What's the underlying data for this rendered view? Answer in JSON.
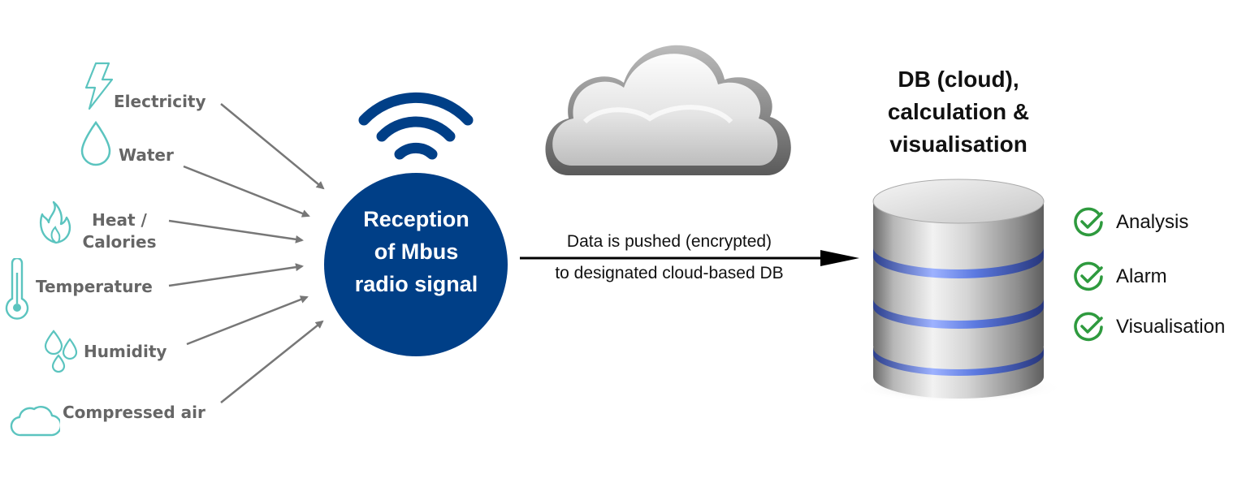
{
  "sources": [
    {
      "label": "Electricity",
      "icon": "lightning-icon"
    },
    {
      "label": "Water",
      "icon": "water-drop-icon"
    },
    {
      "label_line1": "Heat /",
      "label_line2": "Calories",
      "icon": "flame-icon"
    },
    {
      "label": "Temperature",
      "icon": "thermometer-icon"
    },
    {
      "label": "Humidity",
      "icon": "humidity-icon"
    },
    {
      "label": "Compressed air",
      "icon": "cloud-outline-icon"
    }
  ],
  "hub": {
    "line1": "Reception",
    "line2": "of Mbus",
    "line3": "radio signal",
    "color": "#003f87"
  },
  "push": {
    "line1": "Data is pushed (encrypted)",
    "line2": "to designated cloud-based DB"
  },
  "database": {
    "title_line1": "DB (cloud),",
    "title_line2": "calculation &",
    "title_line3": "visualisation"
  },
  "features": [
    {
      "label": "Analysis"
    },
    {
      "label": "Alarm"
    },
    {
      "label": "Visualisation"
    }
  ],
  "colors": {
    "icon_teal": "#5bc4bf",
    "arrow_gray": "#777777",
    "check_green": "#2e9a3e",
    "db_band_blue": "#4a6bd6"
  }
}
